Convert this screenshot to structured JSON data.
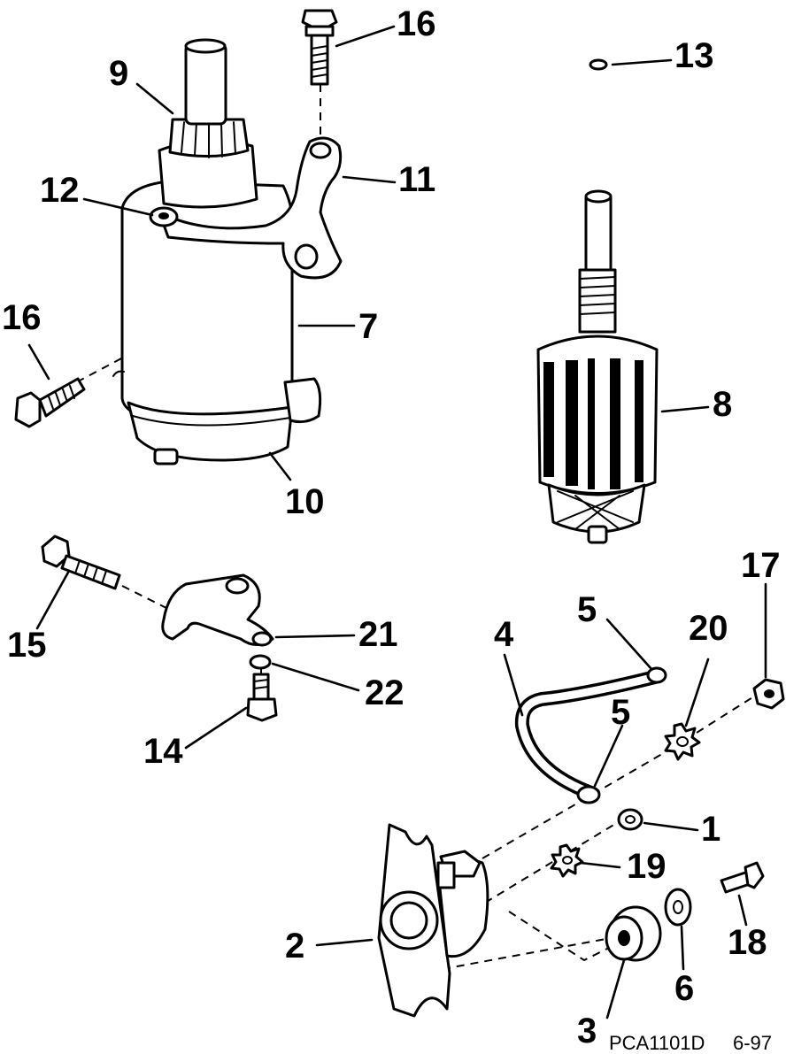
{
  "callouts": {
    "c1": "1",
    "c2": "2",
    "c3": "3",
    "c4": "4",
    "c5a": "5",
    "c5b": "5",
    "c6": "6",
    "c7": "7",
    "c8": "8",
    "c9": "9",
    "c10": "10",
    "c11": "11",
    "c12": "12",
    "c13": "13",
    "c14": "14",
    "c15": "15",
    "c16a": "16",
    "c16b": "16",
    "c17": "17",
    "c18": "18",
    "c19": "19",
    "c20": "20",
    "c21": "21",
    "c22": "22"
  },
  "footer": {
    "code": "PCA1101D",
    "date": "6-97"
  }
}
